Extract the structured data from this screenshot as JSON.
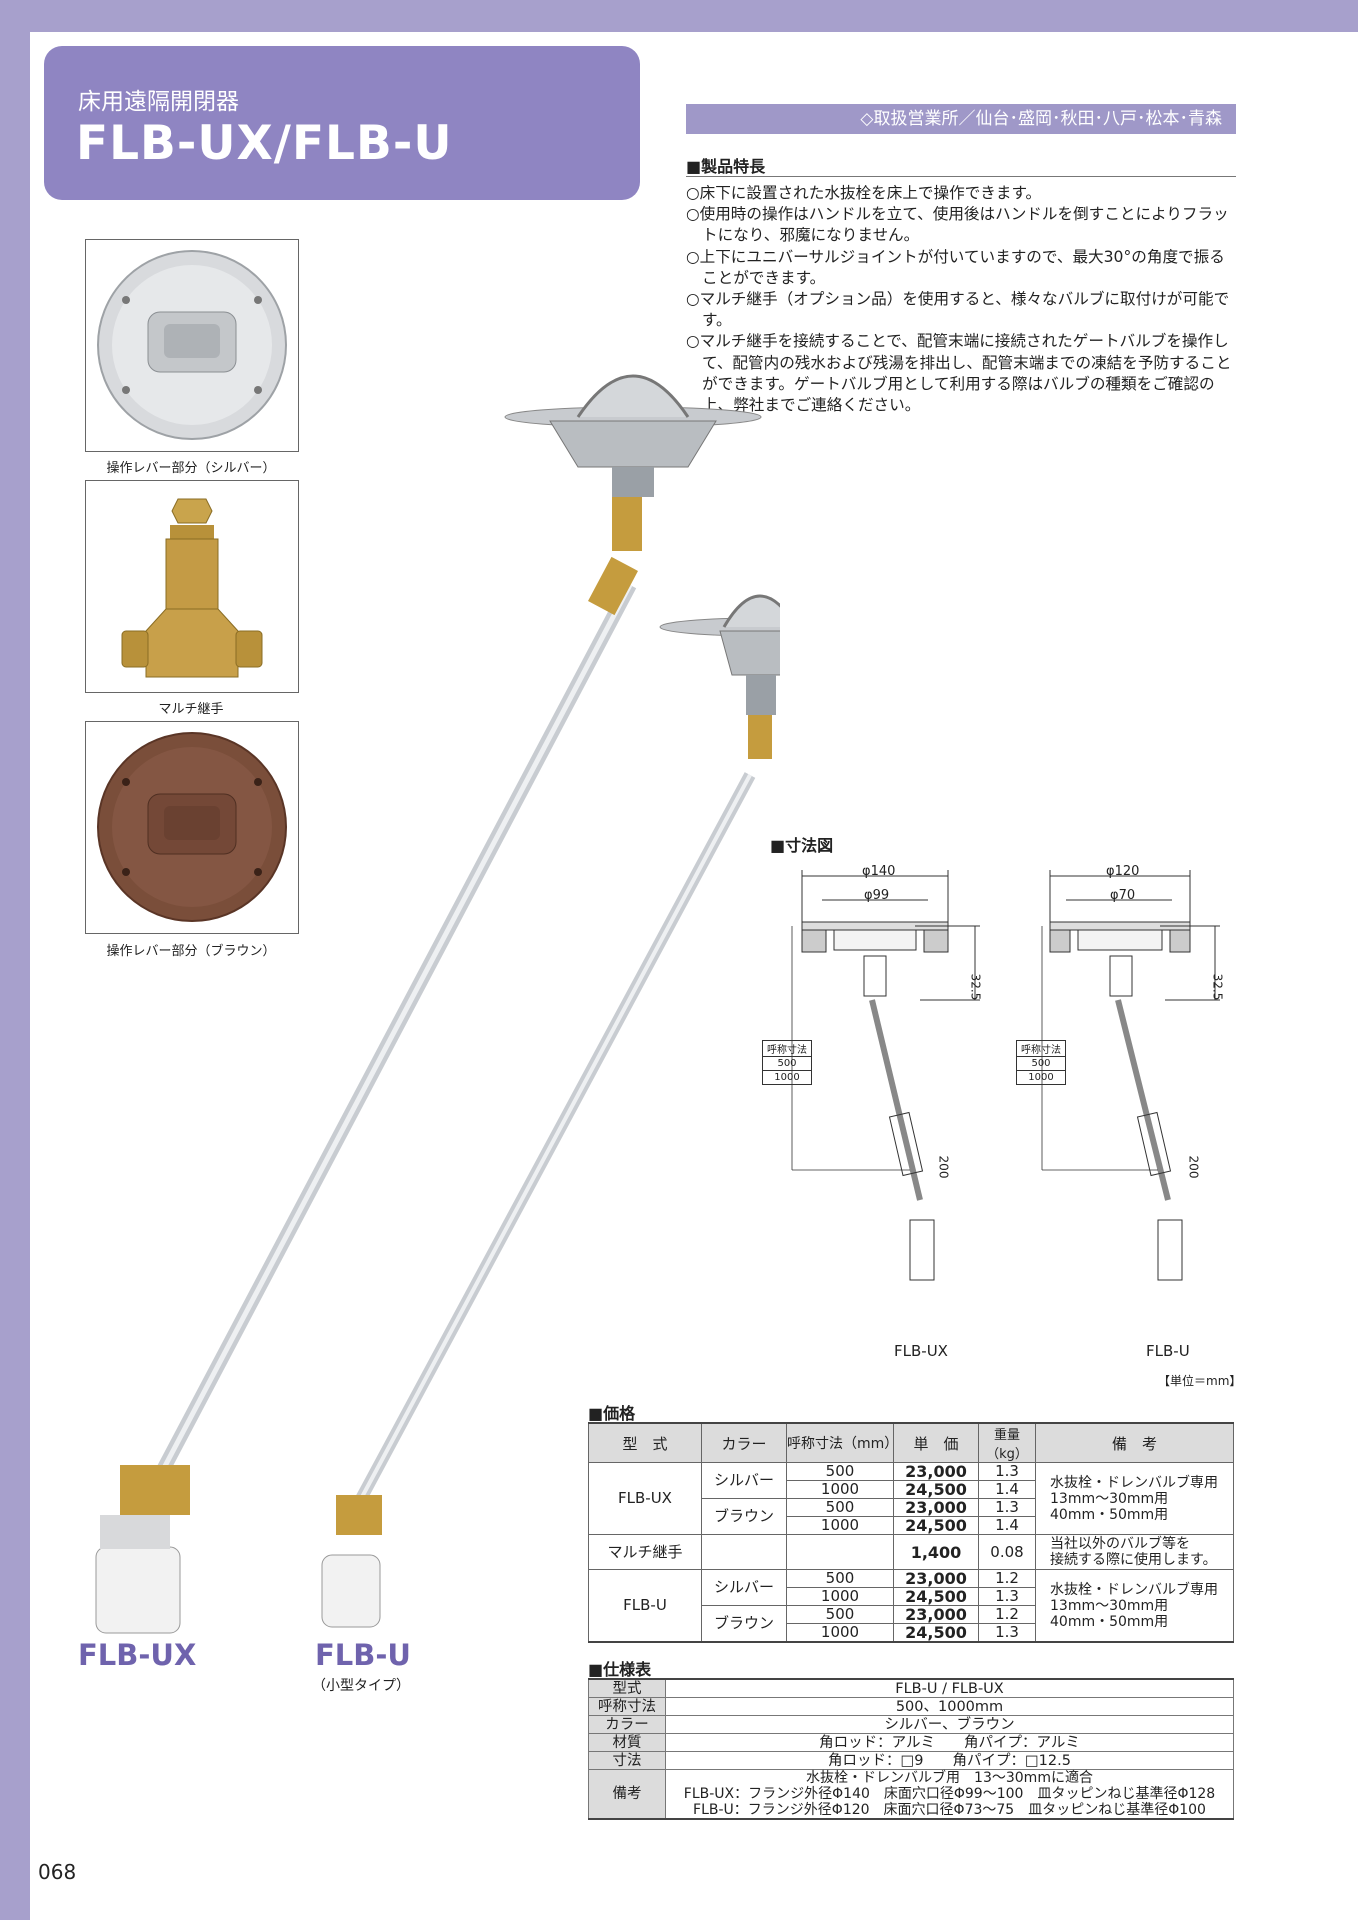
{
  "header": {
    "subtitle": "床用遠隔開閉器",
    "title": "FLB-UX/FLB-U",
    "offices": "◇取扱営業所／仙台･盛岡･秋田･八戸･松本･青森"
  },
  "features": {
    "heading": "■製品特長",
    "items": [
      "○床下に設置された水抜栓を床上で操作できます。",
      "○使用時の操作はハンドルを立て、使用後はハンドルを倒すことによりフラットになり、邪魔になりません。",
      "○上下にユニバーサルジョイントが付いていますので、最大30°の角度で振ることができます。",
      "○マルチ継手（オプション品）を使用すると、様々なバルブに取付けが可能です。",
      "○マルチ継手を接続することで、配管末端に接続されたゲートバルブを操作して、配管内の残水および残湯を排出し、配管末端までの凍結を予防することができます。ゲートバルブ用として利用する際はバルブの種類をご確認の上、弊社までご連絡ください。"
    ]
  },
  "photos": {
    "silver_caption": "操作レバー部分（シルバー）",
    "multi_caption": "マルチ継手",
    "brown_caption": "操作レバー部分（ブラウン）"
  },
  "product": {
    "ux_label": "FLB-UX",
    "u_label": "FLB-U",
    "u_note": "（小型タイプ）"
  },
  "dimensions": {
    "heading": "■寸法図",
    "ux": {
      "d_outer": "φ140",
      "d_inner": "φ99",
      "h": "32.5",
      "len": "200",
      "name": "FLB-UX"
    },
    "u": {
      "d_outer": "φ120",
      "d_inner": "φ70",
      "h": "32.5",
      "len": "200",
      "name": "FLB-U"
    },
    "box": [
      "呼称寸法",
      "500",
      "1000"
    ],
    "unit": "【単位＝mm】"
  },
  "price": {
    "heading": "■価格",
    "headers": [
      "型　式",
      "カラー",
      "呼称寸法（mm）",
      "単　価",
      "重量（kg）",
      "備　考"
    ],
    "ux_model": "FLB-UX",
    "u_model": "FLB-U",
    "silver": "シルバー",
    "brown": "ブラウン",
    "ux_rows": [
      {
        "size": "500",
        "price": "23,000",
        "weight": "1.3"
      },
      {
        "size": "1000",
        "price": "24,500",
        "weight": "1.4"
      },
      {
        "size": "500",
        "price": "23,000",
        "weight": "1.3"
      },
      {
        "size": "1000",
        "price": "24,500",
        "weight": "1.4"
      }
    ],
    "ux_note": [
      "水抜栓・ドレンバルブ専用",
      "13mm〜30mm用",
      "40mm・50mm用"
    ],
    "multi": {
      "name": "マルチ継手",
      "price": "1,400",
      "weight": "0.08",
      "note": [
        "当社以外のバルブ等を",
        "接続する際に使用します。"
      ]
    },
    "u_rows": [
      {
        "size": "500",
        "price": "23,000",
        "weight": "1.2"
      },
      {
        "size": "1000",
        "price": "24,500",
        "weight": "1.3"
      },
      {
        "size": "500",
        "price": "23,000",
        "weight": "1.2"
      },
      {
        "size": "1000",
        "price": "24,500",
        "weight": "1.3"
      }
    ],
    "u_note": [
      "水抜栓・ドレンバルブ専用",
      "13mm〜30mm用",
      "40mm・50mm用"
    ]
  },
  "spec": {
    "heading": "■仕様表",
    "rows": [
      {
        "label": "型式",
        "value": "FLB-U / FLB-UX"
      },
      {
        "label": "呼称寸法",
        "value": "500、1000mm"
      },
      {
        "label": "カラー",
        "value": "シルバー、ブラウン"
      },
      {
        "label": "材質",
        "value": "角ロッド：アルミ　　角パイプ：アルミ"
      },
      {
        "label": "寸法",
        "value": "角ロッド：□9　　角パイプ：□12.5"
      }
    ],
    "notes_label": "備考",
    "notes": [
      "水抜栓・ドレンバルブ用　13〜30mmに適合",
      "FLB-UX：フランジ外径Φ140　床面穴口径Φ99〜100　皿タッピンねじ基準径Φ128",
      "FLB-U：フランジ外径Φ120　床面穴口径Φ73〜75　皿タッピンねじ基準径Φ100"
    ]
  },
  "page_number": "068"
}
